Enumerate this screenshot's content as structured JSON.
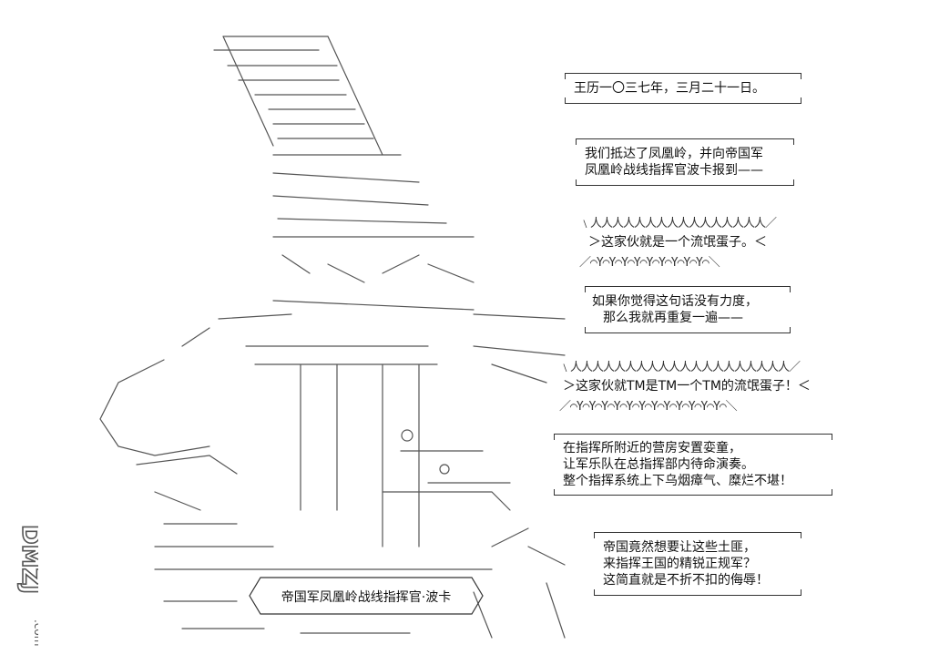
{
  "captions": {
    "date": "王历一〇三七年，三月二十一日。",
    "report": [
      "我们抵达了凤凰岭，并向帝国军",
      "凤凰岭战线指挥官波卡报到——"
    ],
    "shout1": "＞这家伙就是一个流氓蛋子。＜",
    "repeat": [
      "如果你觉得这句话没有力度，",
      "那么我就再重复一遍——"
    ],
    "shout2": "＞这家伙就TM是TM一个TM的流氓蛋子！＜",
    "description": [
      "在指挥所附近的营房安置娈童，",
      "让军乐队在总指挥部内待命演奏。",
      "整个指挥系统上下乌烟瘴气、糜烂不堪！"
    ],
    "outrage": [
      "帝国竟然想要让这些土匪，",
      "来指挥王国的精锐正规军？",
      "这简直就是不折不扣的侮辱！"
    ]
  },
  "nameplate": "帝国军凤凰岭战线指挥官·波卡",
  "watermark": "DMZJ.com",
  "colors": {
    "ink": "#111111",
    "background": "#ffffff",
    "watermark": "#555555"
  }
}
